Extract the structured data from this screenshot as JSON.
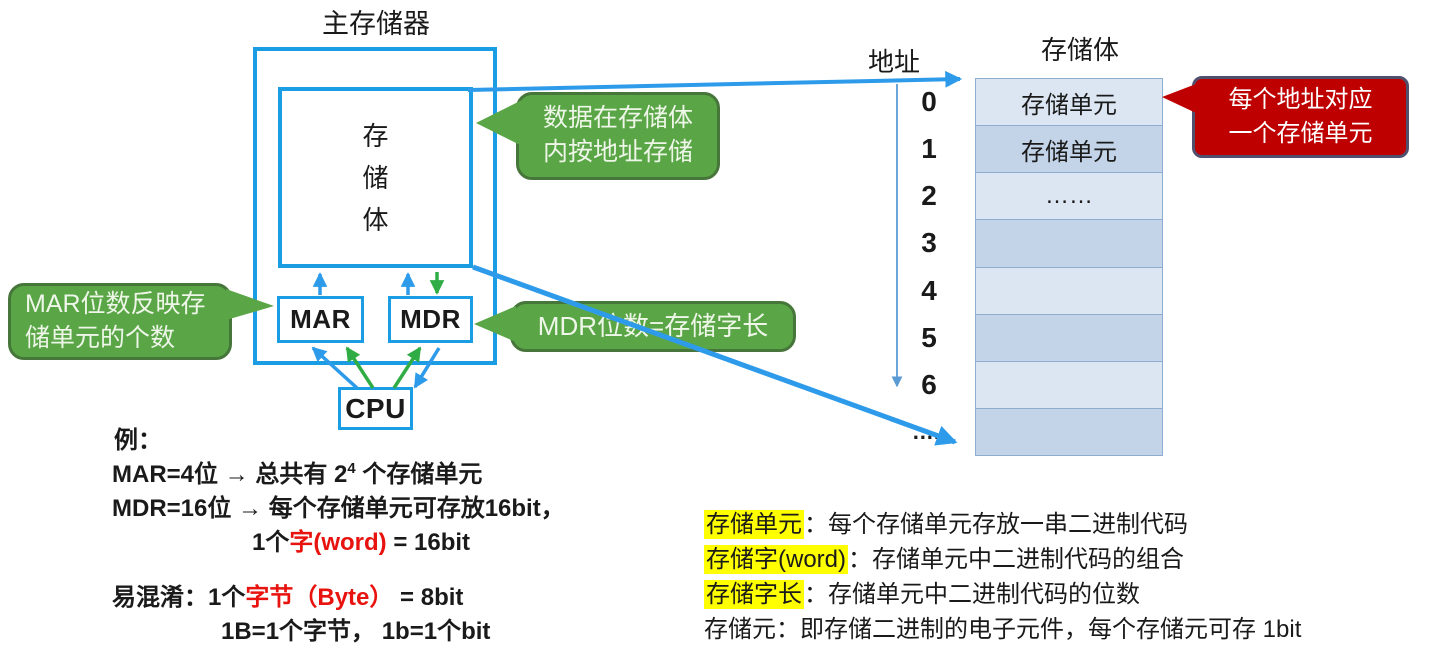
{
  "colors": {
    "blue": "#1b9de4",
    "arrow_blue": "#2e9bea",
    "arrow_green": "#2fad44",
    "green": "#5aa647",
    "green_border": "#47763a",
    "green_text": "#eef6e8",
    "red": "#bf0000",
    "red_border": "#50506e",
    "red_text": "#e8130e",
    "highlight": "#ffff00",
    "table_light": "#dce6f2",
    "table_dark": "#c3d4e8",
    "table_border": "#8fadd0",
    "address_line": "#5b9bd5",
    "text": "#1a1a1a"
  },
  "main_memory": {
    "title": "主存储器",
    "bank_label": "存\n储\n体",
    "mar_label": "MAR",
    "mdr_label": "MDR",
    "cpu_label": "CPU"
  },
  "callouts": {
    "data_in_bank": "数据在存储体\n内按地址存储",
    "mar_bits": "MAR位数反映存\n储单元的个数",
    "mdr_bits": "MDR位数=存储字长",
    "address_maps": "每个地址对应\n一个存储单元"
  },
  "memory_table": {
    "title": "存储体",
    "address_label": "地址",
    "rows": [
      {
        "address": "0",
        "content": "存储单元"
      },
      {
        "address": "1",
        "content": "存储单元"
      },
      {
        "address": "2",
        "content": "……"
      },
      {
        "address": "3",
        "content": ""
      },
      {
        "address": "4",
        "content": ""
      },
      {
        "address": "5",
        "content": ""
      },
      {
        "address": "6",
        "content": ""
      },
      {
        "address": "…..",
        "content": ""
      }
    ]
  },
  "notes_left": {
    "heading": "例：",
    "line1_pre": "MAR=4位 → 总共有 2",
    "line1_sup": "4",
    "line1_post": " 个存储单元",
    "line2": "MDR=16位 → 每个存储单元可存放16bit，",
    "line3_pre": "1个",
    "line3_red": "字(word)",
    "line3_post": " = 16bit",
    "line4_pre": "易混淆：1个",
    "line4_red": "字节（Byte）",
    "line4_post": " = 8bit",
    "line5": "1B=1个字节， 1b=1个bit"
  },
  "glossary": {
    "items": [
      {
        "term": "存储单元",
        "sep": "：",
        "definition": "每个存储单元存放一串二进制代码"
      },
      {
        "term": "存储字(word)",
        "sep": "：",
        "definition": "存储单元中二进制代码的组合"
      },
      {
        "term": "存储字长",
        "sep": "：",
        "definition": "存储单元中二进制代码的位数"
      },
      {
        "term": "存储元",
        "sep": "：",
        "definition": "即存储二进制的电子元件，每个存储元可存 1bit"
      }
    ]
  }
}
